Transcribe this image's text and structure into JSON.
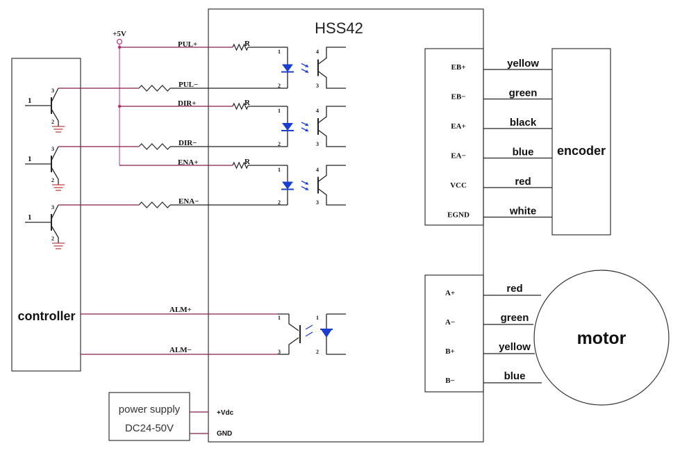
{
  "title": "HSS42",
  "supply": {
    "label": "+5V"
  },
  "controller": {
    "label": "controller",
    "transistors": [
      {
        "base": "1",
        "collector": "3",
        "emitter": "2"
      },
      {
        "base": "1",
        "collector": "3",
        "emitter": "2"
      },
      {
        "base": "1",
        "collector": "3",
        "emitter": "2"
      }
    ]
  },
  "resistor_label": "R",
  "inputs": {
    "pul_plus": "PUL+",
    "pul_minus": "PUL−",
    "dir_plus": "DIR+",
    "dir_minus": "DIR−",
    "ena_plus": "ENA+",
    "ena_minus": "ENA−",
    "alm_plus": "ALM+",
    "alm_minus": "ALM−"
  },
  "opto_pins": {
    "anode": "1",
    "cathode": "2",
    "collector": "4",
    "emitter": "3"
  },
  "encoder": {
    "label": "encoder",
    "pins": [
      {
        "name": "EB+",
        "wire": "yellow"
      },
      {
        "name": "EB−",
        "wire": "green"
      },
      {
        "name": "EA+",
        "wire": "black"
      },
      {
        "name": "EA−",
        "wire": "blue"
      },
      {
        "name": "VCC",
        "wire": "red"
      },
      {
        "name": "EGND",
        "wire": "white"
      }
    ]
  },
  "motor": {
    "label": "motor",
    "pins": [
      {
        "name": "A+",
        "wire": "red"
      },
      {
        "name": "A−",
        "wire": "green"
      },
      {
        "name": "B+",
        "wire": "yellow"
      },
      {
        "name": "B−",
        "wire": "blue"
      }
    ]
  },
  "power": {
    "line1": "power supply",
    "line2": "DC24-50V",
    "vdc": "+Vdc",
    "gnd": "GND"
  },
  "colors": {
    "wire": "#8b1a4a",
    "pink": "#c03080",
    "led": "#1a3fd0",
    "ground": "#c04040"
  }
}
